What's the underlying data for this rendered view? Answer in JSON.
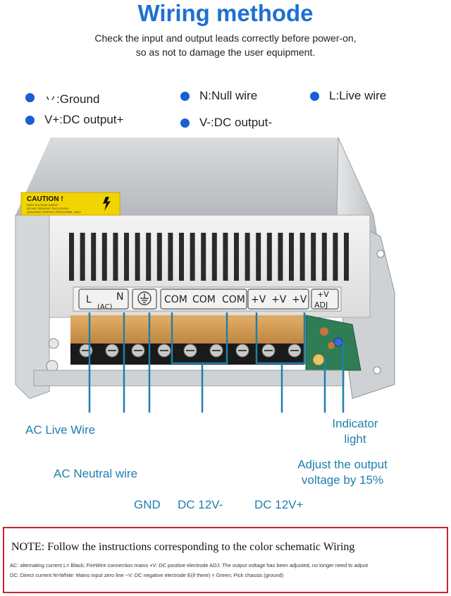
{
  "header": {
    "title": "Wiring methode",
    "subtitle_line1": "Check the input and output leads correctly before power-on,",
    "subtitle_line2": "so as not to damage the user equipment."
  },
  "legend": [
    {
      "label": "丷:Ground"
    },
    {
      "label": "N:Null wire"
    },
    {
      "label": "L:Live wire"
    },
    {
      "label": "V+:DC output+"
    },
    {
      "label": "V-:DC output-"
    }
  ],
  "device": {
    "caution_title": "CAUTION !",
    "caution_text1": "HIGH VOLTAGE INSIDE",
    "caution_text2": "DO NOT REMOVE THIS COVER",
    "caution_text3": "QUALIFIED SERVICE PERSONNEL ONLY",
    "terminal_labels": [
      "L",
      "N",
      "COM",
      "COM",
      "COM",
      "+V",
      "+V",
      "+V"
    ],
    "ac_label": "(AC)",
    "adj_top": "+V",
    "adj_bottom": "ADJ"
  },
  "callouts": {
    "ac_live": "AC Live Wire",
    "ac_neutral": "AC Neutral wire",
    "gnd": "GND",
    "dc_minus": "DC 12V-",
    "dc_plus": "DC 12V+",
    "indicator_1": "Indicator",
    "indicator_2": "light",
    "adjust_1": "Adjust the output",
    "adjust_2": "voltage by 15%"
  },
  "note": {
    "title": "NOTE: Follow the instructions corresponding to the color schematic Wiring",
    "line1": "AC:  alternating current      L=  Black;  FireWire connection mains  +V:  DC positive electrode    ADJ:  The output voltage has been adjusted, no longer need to adjust",
    "line2": "DC:  Direct current           N=White:  Mains input zero line           −V:  DC negative electrode   E(if there)   =   Green;  Pick chassis (ground)"
  },
  "colors": {
    "title": "#1f6fd1",
    "bullet": "#1a5fd1",
    "callout": "#1f7fae",
    "note_border": "#c62828"
  }
}
